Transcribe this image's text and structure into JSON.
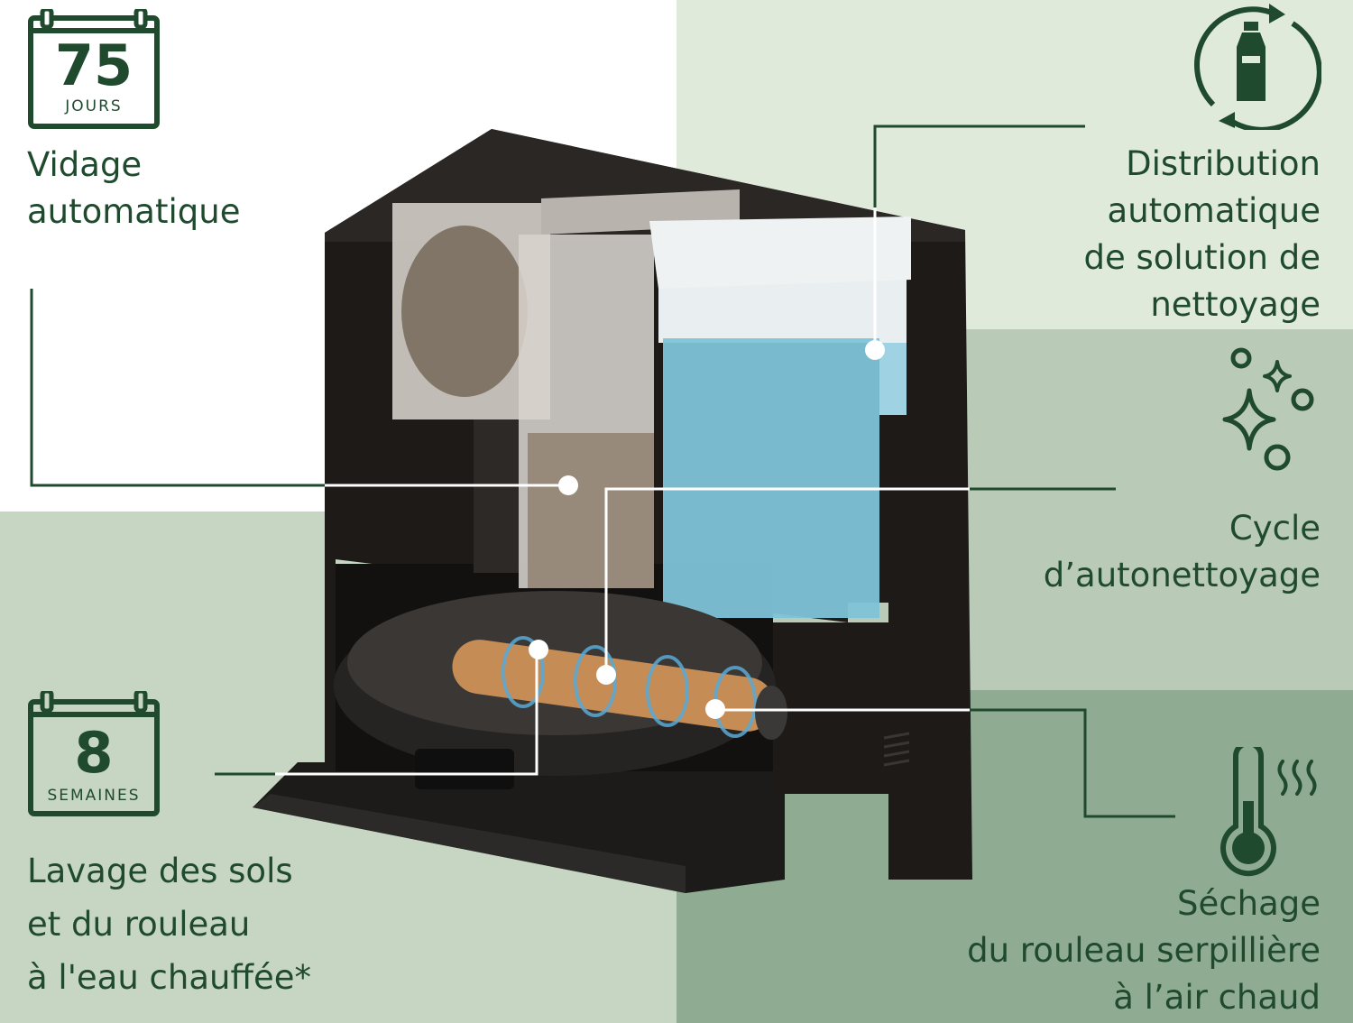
{
  "colors": {
    "brand_green": "#1f4a2e",
    "panel_white": "#ffffff",
    "panel_light": "#dfeadb",
    "panel_mid": "#b9cab6",
    "panel_dark": "#8fac92",
    "panel_bottom_left": "#c7d6c3",
    "water_blue": "#7ec3d8"
  },
  "calendars": [
    {
      "number": "75",
      "unit": "JOURS"
    },
    {
      "number": "8",
      "unit": "SEMAINES"
    }
  ],
  "features": [
    {
      "lines": [
        "Vidage",
        "automatique"
      ]
    },
    {
      "lines": [
        "Distribution",
        "automatique",
        "de solution de",
        "nettoyage"
      ]
    },
    {
      "lines": [
        "Cycle",
        "d’autonettoyage"
      ]
    },
    {
      "lines": [
        "Lavage des sols",
        "et du rouleau",
        "à l'eau chauffée*"
      ]
    },
    {
      "lines": [
        "Séchage",
        "du rouleau serpillière",
        "à l’air chaud"
      ]
    }
  ],
  "icons": {
    "refill": "bottle-recycle-icon",
    "sparkle": "sparkle-bubbles-icon",
    "thermometer": "thermometer-heat-icon",
    "calendar": "calendar-icon"
  }
}
